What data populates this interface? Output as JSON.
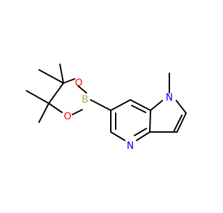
{
  "molecule": {
    "atoms": {
      "n_pyrrole": "N",
      "n_pyridine": "N",
      "o_upper": "O",
      "o_lower": "O",
      "boron": "B"
    },
    "colors": {
      "bond": "#000000",
      "nitrogen": "#0000ff",
      "oxygen": "#ff0000",
      "boron": "#b5a642"
    }
  }
}
